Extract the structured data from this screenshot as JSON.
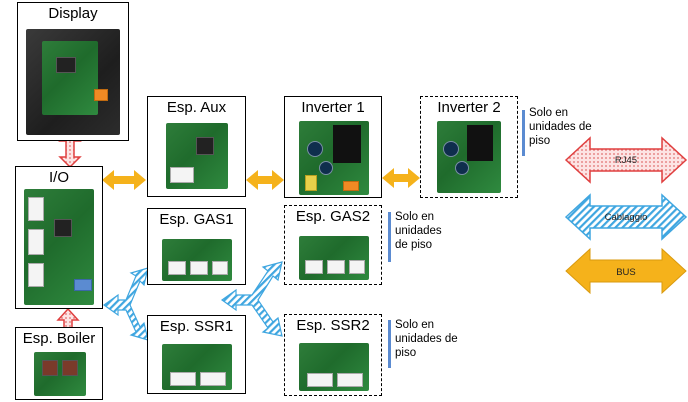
{
  "boxes": {
    "display": {
      "title": "Display"
    },
    "io": {
      "title": "I/O"
    },
    "boiler": {
      "title": "Esp. Boiler"
    },
    "aux": {
      "title": "Esp. Aux"
    },
    "inverter1": {
      "title": "Inverter 1"
    },
    "inverter2": {
      "title": "Inverter 2"
    },
    "gas1": {
      "title": "Esp. GAS1"
    },
    "gas2": {
      "title": "Esp. GAS2"
    },
    "ssr1": {
      "title": "Esp. SSR1"
    },
    "ssr2": {
      "title": "Esp. SSR2"
    }
  },
  "notes": {
    "inverter2": [
      "Solo en",
      "unidades de",
      "piso"
    ],
    "gas2": [
      "Solo en",
      "unidades",
      "de piso"
    ],
    "ssr2": [
      "Solo en",
      "unidades de",
      "piso"
    ]
  },
  "legend": {
    "rj45": "RJ45",
    "cable": "Cablaggio",
    "bus": "BUS"
  },
  "colors": {
    "rj45": "#e04040",
    "cable": "#3fa6e0",
    "bus": "#f5b21b"
  }
}
